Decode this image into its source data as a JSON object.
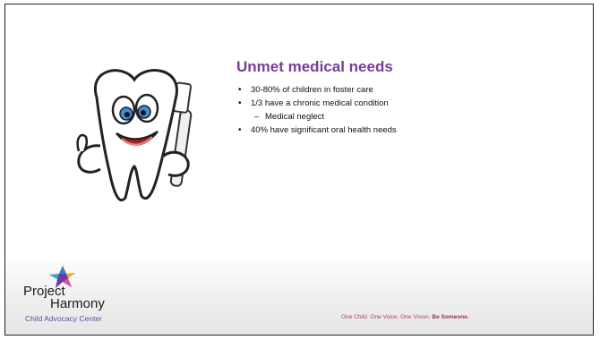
{
  "slide": {
    "title": "Unmet medical needs",
    "bullets": [
      {
        "level": 1,
        "text": "30-80% of children in foster care"
      },
      {
        "level": 1,
        "text": "1/3 have a chronic medical condition"
      },
      {
        "level": 2,
        "text": "Medical neglect"
      },
      {
        "level": 1,
        "text": "40% have significant oral health needs"
      }
    ]
  },
  "logo": {
    "line1": "Project",
    "line2": "Harmony",
    "subtitle": "Child Advocacy Center"
  },
  "footer": {
    "tagline": "One Child. One Voice. One Vision.",
    "tagline_bold": "Be Someone."
  },
  "colors": {
    "title": "#7a3d99",
    "logo_sub": "#6a4aa0",
    "tagline": "#b04070"
  },
  "icons": {
    "illustration": "cartoon-tooth-toothbrush-icon",
    "logo_mark": "colorful-star-icon"
  }
}
